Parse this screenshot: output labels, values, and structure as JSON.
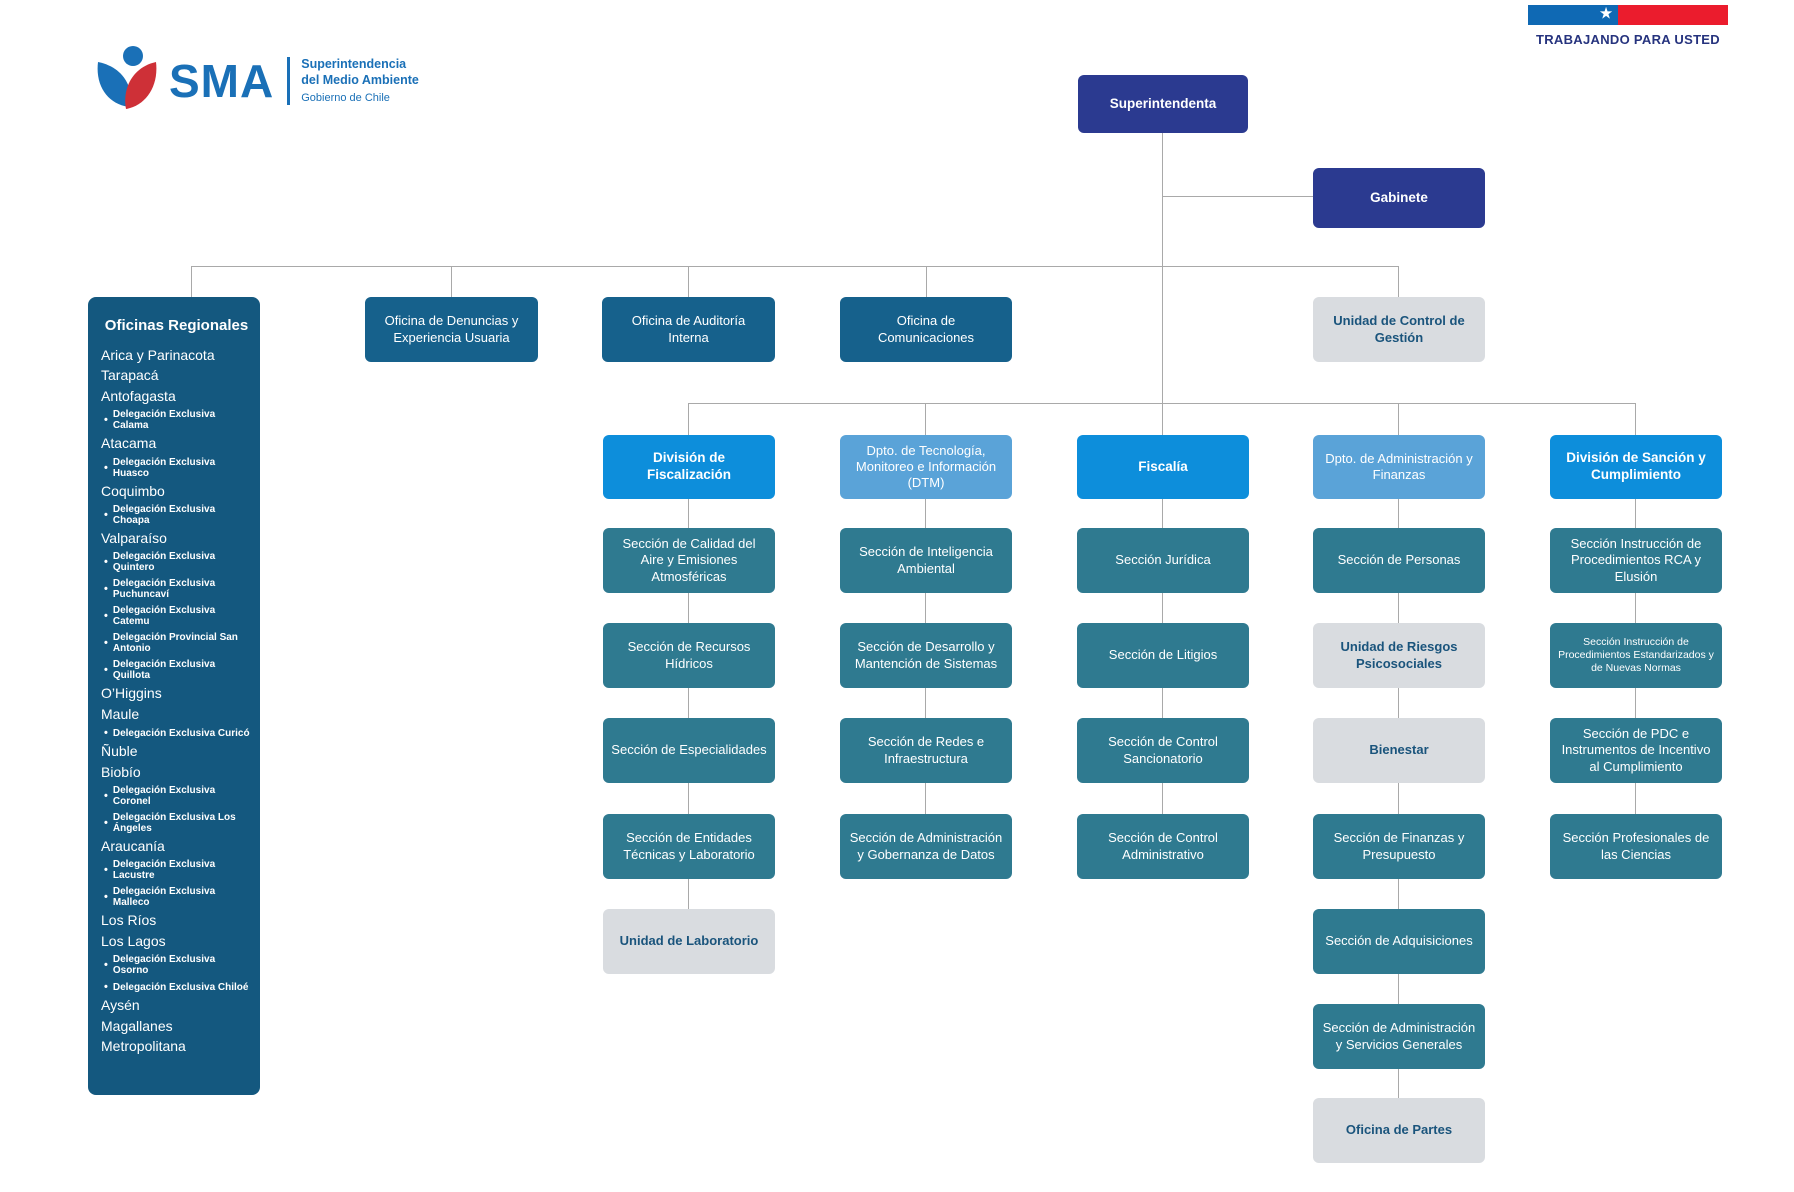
{
  "brand": {
    "logo_text": "SMA",
    "tagline_line1": "Superintendencia",
    "tagline_line2": "del Medio Ambiente",
    "tagline_line3": "Gobierno de Chile",
    "flag_banner_label": "TRABAJANDO PARA USTED"
  },
  "colors": {
    "navy": "#2b3a90",
    "office_blue": "#16618c",
    "sidebar_blue": "#14587f",
    "bright_blue": "#0d8edb",
    "light_blue": "#5aa3d8",
    "teal": "#2f7a90",
    "gray_box": "#d9dce0",
    "gray_box_text": "#1a547c",
    "connector": "#a9a9a9",
    "logo_blue": "#1a70b7",
    "logo_red": "#ce3037",
    "flag_blue": "#0f69b4",
    "flag_red": "#eb1c2d"
  },
  "top": {
    "superintendenta": "Superintendenta",
    "gabinete": "Gabinete"
  },
  "offices": [
    "Oficina de Denuncias y Experiencia Usuaria",
    "Oficina de Auditoría Interna",
    "Oficina de Comunicaciones"
  ],
  "control_unit": "Unidad de Control de Gestión",
  "sidebar": {
    "title": "Oficinas Regionales",
    "items": [
      {
        "type": "region",
        "label": "Arica y Parinacota"
      },
      {
        "type": "region",
        "label": "Tarapacá"
      },
      {
        "type": "region",
        "label": "Antofagasta"
      },
      {
        "type": "delegation",
        "label": "Delegación Exclusiva Calama"
      },
      {
        "type": "region",
        "label": "Atacama"
      },
      {
        "type": "delegation",
        "label": "Delegación Exclusiva Huasco"
      },
      {
        "type": "region",
        "label": "Coquimbo"
      },
      {
        "type": "delegation",
        "label": "Delegación Exclusiva Choapa"
      },
      {
        "type": "region",
        "label": "Valparaíso"
      },
      {
        "type": "delegation",
        "label": "Delegación Exclusiva Quintero"
      },
      {
        "type": "delegation",
        "label": "Delegación Exclusiva Puchuncaví"
      },
      {
        "type": "delegation",
        "label": "Delegación Exclusiva Catemu"
      },
      {
        "type": "delegation",
        "label": "Delegación Provincial San Antonio"
      },
      {
        "type": "delegation",
        "label": "Delegación Exclusiva Quillota"
      },
      {
        "type": "region",
        "label": "O’Higgins"
      },
      {
        "type": "region",
        "label": "Maule"
      },
      {
        "type": "delegation",
        "label": "Delegación Exclusiva Curicó"
      },
      {
        "type": "region",
        "label": "Ñuble"
      },
      {
        "type": "region",
        "label": "Biobío"
      },
      {
        "type": "delegation",
        "label": "Delegación Exclusiva Coronel"
      },
      {
        "type": "delegation",
        "label": "Delegación Exclusiva Los Ángeles"
      },
      {
        "type": "region",
        "label": "Araucanía"
      },
      {
        "type": "delegation",
        "label": "Delegación Exclusiva Lacustre"
      },
      {
        "type": "delegation",
        "label": "Delegación Exclusiva Malleco"
      },
      {
        "type": "region",
        "label": "Los Ríos"
      },
      {
        "type": "region",
        "label": "Los Lagos"
      },
      {
        "type": "delegation",
        "label": "Delegación Exclusiva Osorno"
      },
      {
        "type": "delegation",
        "label": "Delegación Exclusiva Chiloé"
      },
      {
        "type": "region",
        "label": "Aysén"
      },
      {
        "type": "region",
        "label": "Magallanes"
      },
      {
        "type": "region",
        "label": "Metropolitana"
      }
    ]
  },
  "columns": [
    {
      "header": {
        "label": "División de Fiscalización"
      },
      "children": [
        {
          "label": "Sección de Calidad del Aire y Emisiones Atmosféricas"
        },
        {
          "label": "Sección de Recursos Hídricos"
        },
        {
          "label": "Sección de Especialidades"
        },
        {
          "label": "Sección de Entidades Técnicas y Laboratorio"
        },
        {
          "label": "Unidad de Laboratorio"
        }
      ]
    },
    {
      "header": {
        "label": "Dpto. de Tecnología, Monitoreo e Información (DTM)"
      },
      "children": [
        {
          "label": "Sección de Inteligencia Ambiental"
        },
        {
          "label": "Sección de Desarrollo y Mantención de Sistemas"
        },
        {
          "label": "Sección de Redes e Infraestructura"
        },
        {
          "label": "Sección de Administración y Gobernanza de Datos"
        }
      ]
    },
    {
      "header": {
        "label": "Fiscalía"
      },
      "children": [
        {
          "label": "Sección Jurídica"
        },
        {
          "label": "Sección de Litigios"
        },
        {
          "label": "Sección de Control Sancionatorio"
        },
        {
          "label": "Sección de Control Administrativo"
        }
      ]
    },
    {
      "header": {
        "label": "Dpto. de Administración y Finanzas"
      },
      "children": [
        {
          "label": "Sección de Personas"
        },
        {
          "label": "Unidad de Riesgos Psicosociales"
        },
        {
          "label": "Bienestar"
        },
        {
          "label": "Sección de Finanzas y Presupuesto"
        },
        {
          "label": "Sección de Adquisiciones"
        },
        {
          "label": "Sección de Administración y Servicios Generales"
        },
        {
          "label": "Oficina de Partes"
        }
      ]
    },
    {
      "header": {
        "label": "División de Sanción y Cumplimiento"
      },
      "children": [
        {
          "label": "Sección Instrucción de Procedimientos RCA y Elusión"
        },
        {
          "label": "Sección Instrucción de Procedimientos Estandarizados y de Nuevas Normas"
        },
        {
          "label": "Sección de PDC e Instrumentos de Incentivo al Cumplimiento"
        },
        {
          "label": "Sección Profesionales de las Ciencias"
        }
      ]
    }
  ]
}
